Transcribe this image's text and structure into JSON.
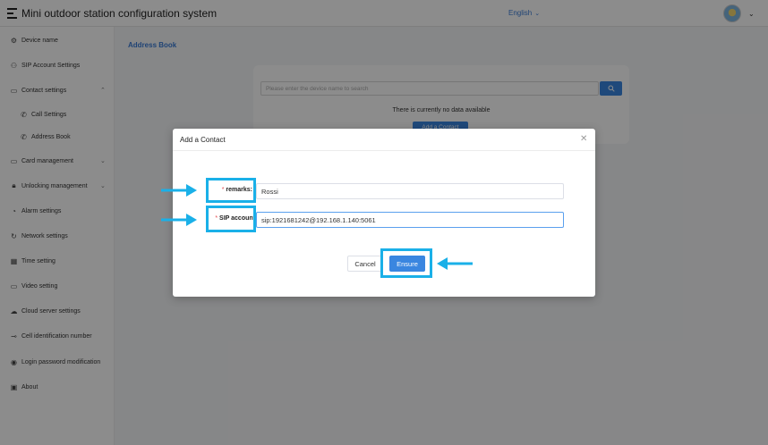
{
  "app": {
    "title": "Mini outdoor station configuration system",
    "language": "English"
  },
  "sidebar": {
    "items": [
      {
        "label": "Device name",
        "icon": "gear-icon"
      },
      {
        "label": "SIP Account Settings",
        "icon": "user-icon"
      },
      {
        "label": "Contact settings",
        "icon": "folder-icon",
        "expanded": true
      },
      {
        "label": "Call Settings",
        "icon": "phone-icon",
        "sub": true
      },
      {
        "label": "Address Book",
        "icon": "phone-icon",
        "sub": true
      },
      {
        "label": "Card management",
        "icon": "card-icon",
        "expandable": true
      },
      {
        "label": "Unlocking management",
        "icon": "lock-icon",
        "expandable": true
      },
      {
        "label": "Alarm settings",
        "icon": "bell-icon"
      },
      {
        "label": "Network settings",
        "icon": "refresh-icon"
      },
      {
        "label": "Time setting",
        "icon": "calendar-icon"
      },
      {
        "label": "Video setting",
        "icon": "video-icon"
      },
      {
        "label": "Cloud server settings",
        "icon": "cloud-icon"
      },
      {
        "label": "Cell identification number",
        "icon": "link-icon"
      },
      {
        "label": "Login password modification",
        "icon": "eye-icon"
      },
      {
        "label": "About",
        "icon": "info-icon"
      }
    ]
  },
  "main": {
    "breadcrumb": "Address Book",
    "search_placeholder": "Please enter the device name to search",
    "empty_text": "There is currently no data available",
    "add_button": "Add a Contact"
  },
  "modal": {
    "title": "Add a Contact",
    "remarks_label": "remarks:",
    "remarks_value": "Rossi",
    "sip_label": "SIP account",
    "sip_value": "sip:1921681242@192.168.1.140:5061",
    "cancel_label": "Cancel",
    "ok_label": "Ensure"
  },
  "colors": {
    "accent": "#3a86e0",
    "highlight": "#1ab0e8",
    "required": "#e5484d"
  }
}
